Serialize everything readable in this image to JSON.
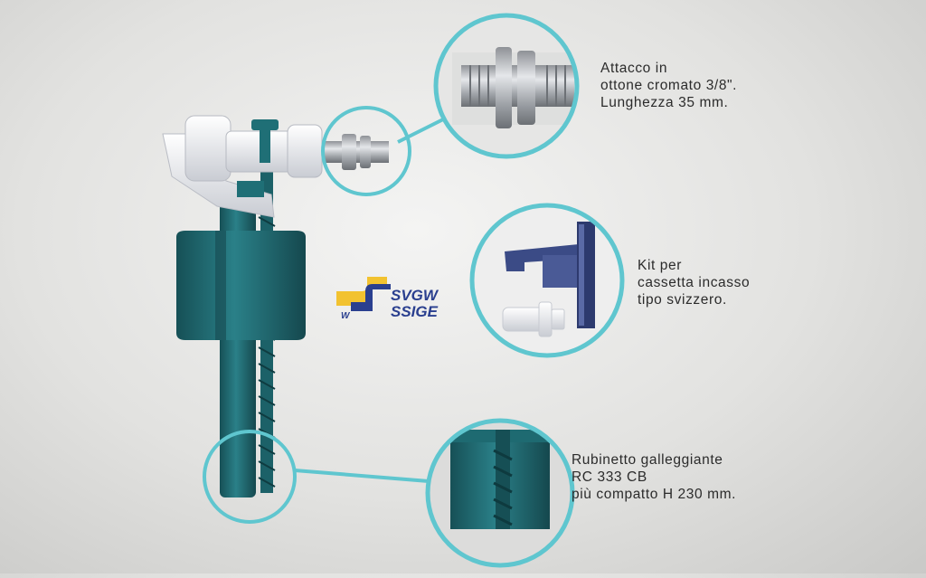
{
  "logo": {
    "text_line1": "SVGW",
    "text_line2": "SSIGE",
    "mark": "W",
    "colors": {
      "yellow": "#f2c230",
      "blue": "#2a3f8f"
    }
  },
  "callouts": {
    "attacco": {
      "lines": [
        "Attacco in",
        "ottone cromato 3/8\".",
        "Lunghezza 35 mm."
      ]
    },
    "kit": {
      "lines": [
        "Kit per",
        "cassetta incasso",
        "tipo svizzero."
      ]
    },
    "rubinetto": {
      "lines": [
        "Rubinetto galleggiante",
        "RC 333 CB",
        "più compatto H 230 mm."
      ]
    }
  },
  "colors": {
    "teal": "#1f6f76",
    "teal_dark": "#164f55",
    "ring": "#5fc6cf",
    "white_part": "#eef0f4",
    "chrome": "#b9bcc0",
    "kit_blue": "#3b4b86"
  }
}
